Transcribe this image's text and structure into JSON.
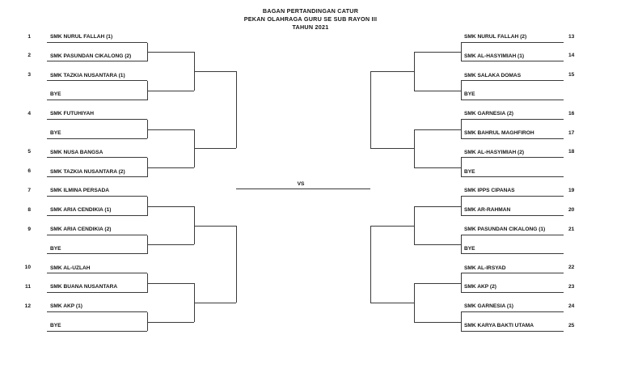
{
  "title": {
    "line1": "BAGAN PERTANDINGAN CATUR",
    "line2": "PEKAN OLAHRAGA GURU SE SUB RAYON III",
    "line3": "TAHUN 2021"
  },
  "center": {
    "vs_label": "VS"
  },
  "colors": {
    "line": "#3a3a3a",
    "text": "#141414",
    "background": "#ffffff"
  },
  "bracket": {
    "left": {
      "slots": [
        {
          "seed": "1",
          "name": "SMK NURUL FALLAH (1)"
        },
        {
          "seed": "2",
          "name": "SMK PASUNDAN CIKALONG (2)"
        },
        {
          "seed": "3",
          "name": "SMK TAZKIA NUSANTARA (1)"
        },
        {
          "seed": "",
          "name": "BYE"
        },
        {
          "seed": "4",
          "name": "SMK FUTUHIYAH"
        },
        {
          "seed": "",
          "name": "BYE"
        },
        {
          "seed": "5",
          "name": "SMK NUSA BANGSA"
        },
        {
          "seed": "6",
          "name": "SMK TAZKIA NUSANTARA (2)"
        },
        {
          "seed": "7",
          "name": "SMK ILMINA PERSADA"
        },
        {
          "seed": "8",
          "name": "SMK ARIA CENDIKIA (1)"
        },
        {
          "seed": "9",
          "name": "SMK ARIA CENDIKIA (2)"
        },
        {
          "seed": "",
          "name": "BYE"
        },
        {
          "seed": "10",
          "name": "SMK AL-UZLAH"
        },
        {
          "seed": "11",
          "name": "SMK BUANA NUSANTARA"
        },
        {
          "seed": "12",
          "name": "SMK AKP (1)"
        },
        {
          "seed": "",
          "name": "BYE"
        }
      ]
    },
    "right": {
      "slots": [
        {
          "seed": "13",
          "name": "SMK NURUL FALLAH (2)"
        },
        {
          "seed": "14",
          "name": "SMK AL-HASYIMIAH (1)"
        },
        {
          "seed": "15",
          "name": "SMK SALAKA DOMAS"
        },
        {
          "seed": "",
          "name": "BYE"
        },
        {
          "seed": "16",
          "name": "SMK GARNESIA (2)"
        },
        {
          "seed": "17",
          "name": "SMK BAHRUL MAGHFIROH"
        },
        {
          "seed": "18",
          "name": "SMK AL-HASYIMIAH (2)"
        },
        {
          "seed": "",
          "name": "BYE"
        },
        {
          "seed": "19",
          "name": "SMK IPPS CIPANAS"
        },
        {
          "seed": "20",
          "name": "SMK AR-RAHMAN"
        },
        {
          "seed": "21",
          "name": "SMK PASUNDAN CIKALONG (1)"
        },
        {
          "seed": "",
          "name": "BYE"
        },
        {
          "seed": "22",
          "name": "SMK AL-IRSYAD"
        },
        {
          "seed": "23",
          "name": "SMK AKP (2)"
        },
        {
          "seed": "24",
          "name": "SMK GARNESIA (1)"
        },
        {
          "seed": "25",
          "name": "SMK KARYA BAKTI UTAMA"
        }
      ]
    }
  }
}
